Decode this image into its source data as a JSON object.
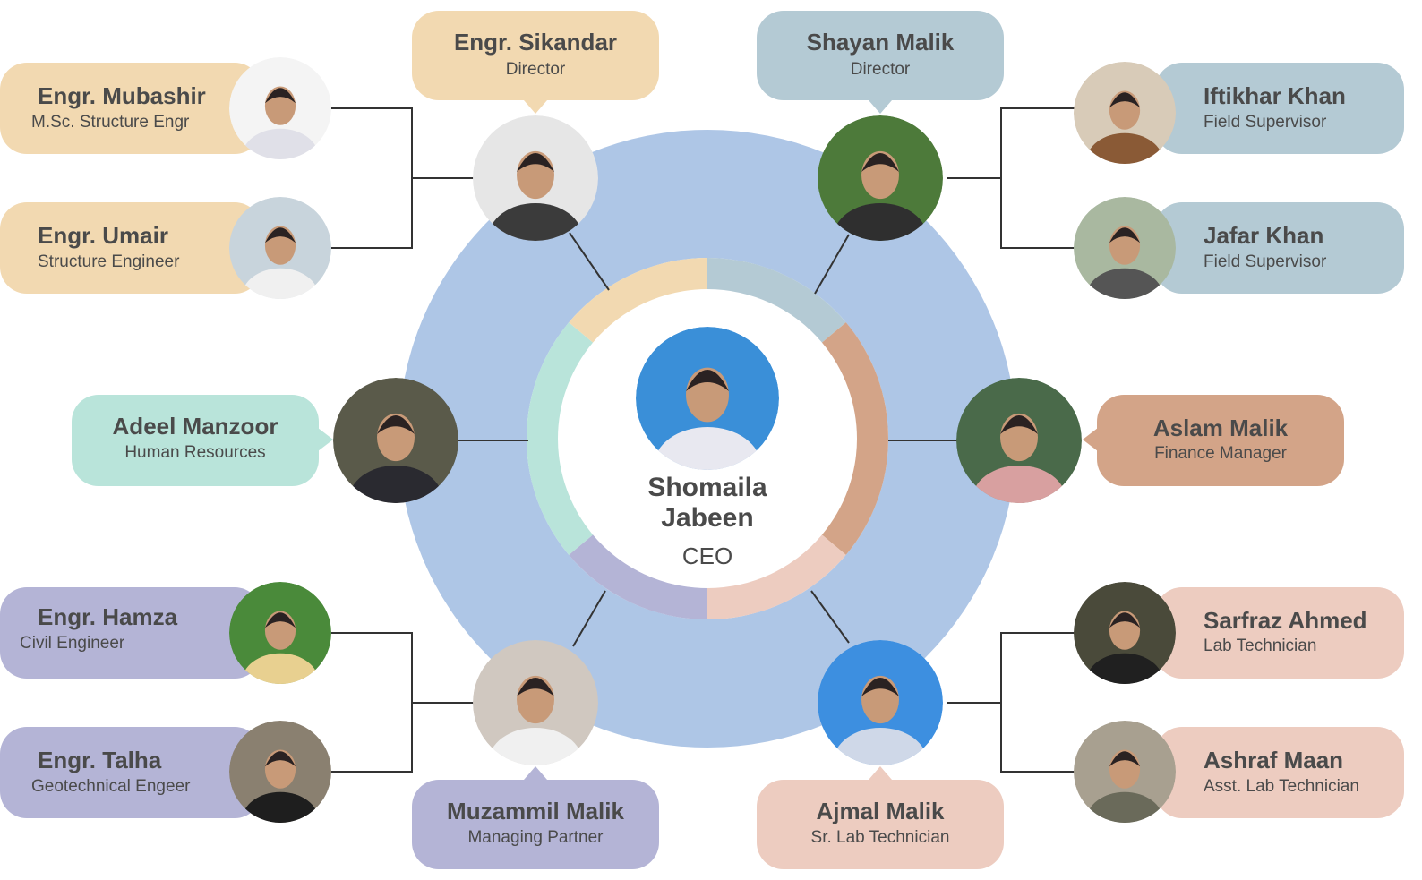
{
  "colors": {
    "big_circle": "#aec6e6",
    "tan": "#f2d9b1",
    "bluegray": "#b4cad4",
    "mint": "#b9e4da",
    "rust": "#d3a488",
    "lavender": "#b4b4d6",
    "pink": "#edccc0",
    "connector": "#333333",
    "photo_bg": "#d9d9d9"
  },
  "ceo": {
    "name_line1": "Shomaila",
    "name_line2": "Jabeen",
    "role": "CEO",
    "photo_icon": "person-photo"
  },
  "people": {
    "sikandar": {
      "name": "Engr. Sikandar",
      "role": "Director"
    },
    "shayan": {
      "name": "Shayan Malik",
      "role": "Director"
    },
    "mubashir": {
      "name": "Engr. Mubashir",
      "role": "M.Sc. Structure Engr"
    },
    "umair": {
      "name": "Engr. Umair",
      "role": "Structure Engineer"
    },
    "iftikhar": {
      "name": "Iftikhar Khan",
      "role": "Field Supervisor"
    },
    "jafar": {
      "name": "Jafar Khan",
      "role": "Field Supervisor"
    },
    "adeel": {
      "name": "Adeel Manzoor",
      "role": "Human Resources"
    },
    "aslam": {
      "name": "Aslam Malik",
      "role": "Finance Manager"
    },
    "hamza": {
      "name": "Engr. Hamza",
      "role": "Civil Engineer"
    },
    "talha": {
      "name": "Engr. Talha",
      "role": "Geotechnical Engeer"
    },
    "muzammil": {
      "name": "Muzammil Malik",
      "role": "Managing Partner"
    },
    "ajmal": {
      "name": "Ajmal Malik",
      "role": "Sr. Lab Technician"
    },
    "sarfraz": {
      "name": "Sarfraz Ahmed",
      "role": "Lab Technician"
    },
    "ashraf": {
      "name": "Ashraf Maan",
      "role": "Asst. Lab Technician"
    }
  }
}
